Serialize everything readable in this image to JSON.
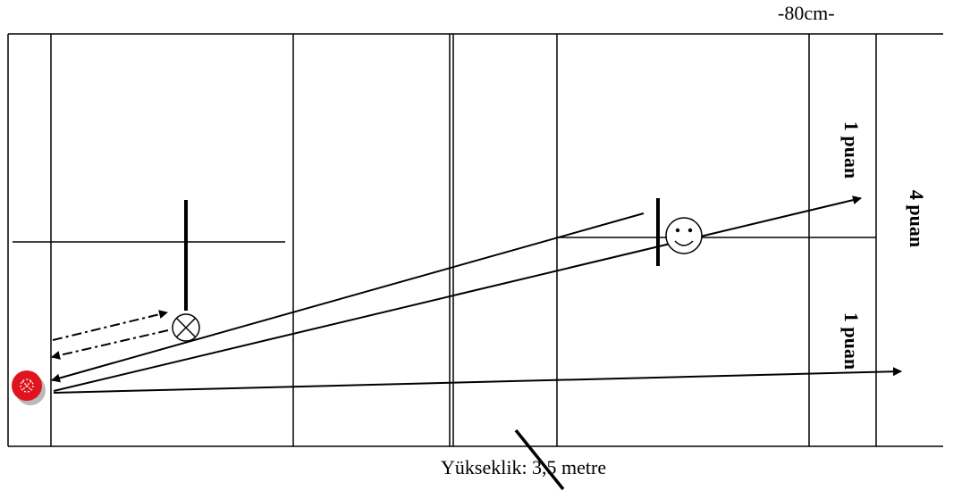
{
  "labels": {
    "width_note": "-80cm-",
    "height_note": "Yükseklik: 3,5 metre"
  },
  "zones": {
    "upper_target": "1 puan",
    "outer_target": "4 puan",
    "lower_target": "1 puan"
  },
  "colors": {
    "ink": "#000000",
    "start_marker": "#e0141e",
    "start_shadow": "#b9b9b9"
  },
  "icons": {
    "start": "crossed-circle-icon",
    "opponent": "crossed-circle-icon",
    "player": "smiley-face-icon"
  }
}
